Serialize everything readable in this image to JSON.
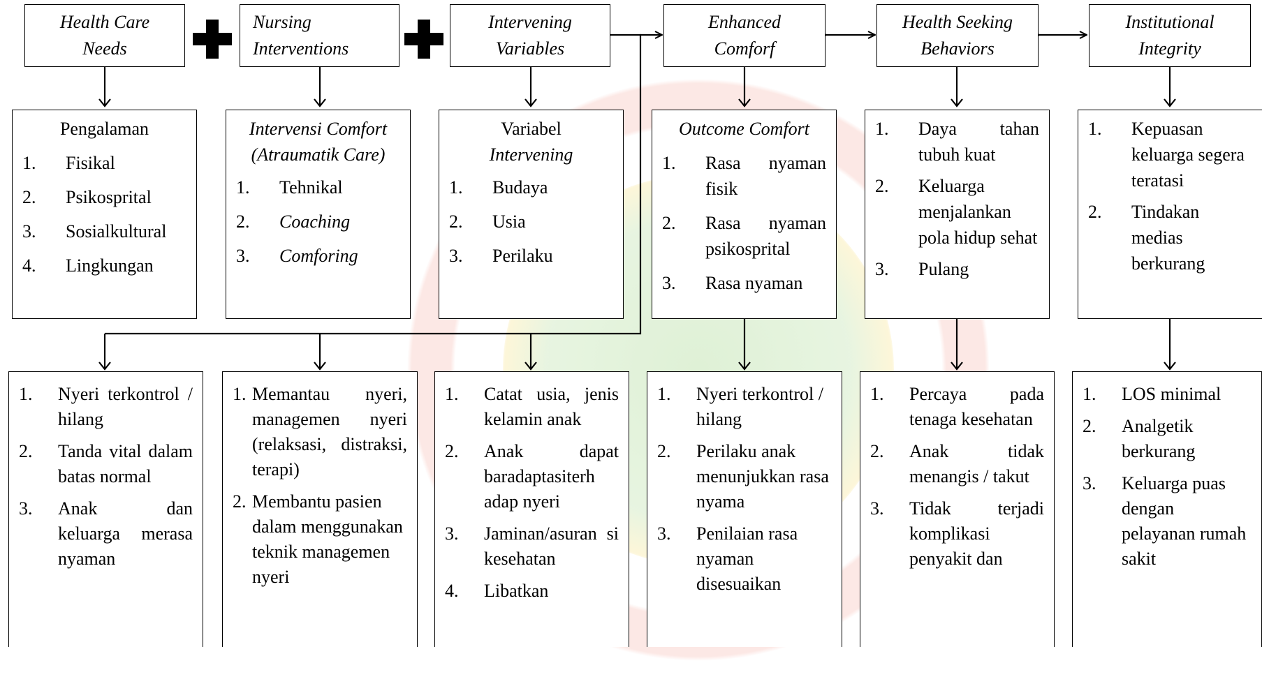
{
  "headers": [
    {
      "line1": "Health Care",
      "line2": "Needs"
    },
    {
      "line1": "Nursing",
      "line2": "Interventions"
    },
    {
      "line1": "Intervening",
      "line2": "Variables"
    },
    {
      "line1": "Enhanced",
      "line2": "Comforf"
    },
    {
      "line1": "Health Seeking",
      "line2": "Behaviors"
    },
    {
      "line1": "Institutional",
      "line2": "Integrity"
    }
  ],
  "mid": {
    "b0": {
      "title": "Pengalaman",
      "items": [
        {
          "n": "1.",
          "t": "Fisikal"
        },
        {
          "n": "2.",
          "t": "Psikosprital"
        },
        {
          "n": "3.",
          "t": "Sosialkultural"
        },
        {
          "n": "4.",
          "t": "Lingkungan"
        }
      ]
    },
    "b1": {
      "title1": "Intervensi Comfort",
      "title2": "(Atraumatik Care)",
      "items": [
        {
          "n": "1.",
          "t": "Tehnikal"
        },
        {
          "n": "2.",
          "t": "Coaching"
        },
        {
          "n": "3.",
          "t": "Comforing"
        }
      ]
    },
    "b2": {
      "title1": "Variabel",
      "title2": "Intervening",
      "items": [
        {
          "n": "1.",
          "t": "Budaya"
        },
        {
          "n": "2.",
          "t": "Usia"
        },
        {
          "n": "3.",
          "t": "Perilaku"
        }
      ]
    },
    "b3": {
      "title": "Outcome Comfort",
      "items": [
        {
          "n": "1.",
          "t": "Rasa nyaman fisik"
        },
        {
          "n": "2.",
          "t": "Rasa nyaman psikosprital"
        },
        {
          "n": "3.",
          "t": "Rasa nyaman"
        }
      ]
    },
    "b4": {
      "items": [
        {
          "n": "1.",
          "t": "Daya tahan tubuh kuat"
        },
        {
          "n": "2.",
          "t": "Keluarga menjalankan pola hidup sehat"
        },
        {
          "n": "3.",
          "t": "Pulang"
        }
      ]
    },
    "b5": {
      "items": [
        {
          "n": "1.",
          "t": "Kepuasan keluarga segera teratasi"
        },
        {
          "n": "2.",
          "t": "Tindakan medias berkurang"
        }
      ]
    }
  },
  "bottom": {
    "b0": [
      {
        "n": "1.",
        "t": "Nyeri terkontrol / hilang"
      },
      {
        "n": "2.",
        "t": "Tanda vital dalam batas normal"
      },
      {
        "n": "3.",
        "t": "Anak dan keluarga merasa nyaman"
      }
    ],
    "b1": [
      {
        "n": "1.",
        "t": "Memantau nyeri, managemen nyeri (relaksasi, distraksi, terapi)"
      },
      {
        "n": "2.",
        "t": "Membantu pasien dalam menggunakan teknik managemen nyeri"
      }
    ],
    "b2": [
      {
        "n": "1.",
        "t": "Catat usia, jenis kelamin anak"
      },
      {
        "n": "2.",
        "t": "Anak dapat baradaptasiterh adap nyeri"
      },
      {
        "n": "3.",
        "t": "Jaminan/asuran si kesehatan"
      },
      {
        "n": "4.",
        "t": "Libatkan"
      }
    ],
    "b3": [
      {
        "n": "1.",
        "t": "Nyeri terkontrol / hilang"
      },
      {
        "n": "2.",
        "t": "Perilaku anak menunjukkan rasa nyama"
      },
      {
        "n": "3.",
        "t": "Penilaian rasa nyaman disesuaikan"
      }
    ],
    "b4": [
      {
        "n": "1.",
        "t": "Percaya pada tenaga kesehatan"
      },
      {
        "n": "2.",
        "t": "Anak tidak menangis / takut"
      },
      {
        "n": "3.",
        "t": "Tidak terjadi komplikasi penyakit dan"
      }
    ],
    "b5": [
      {
        "n": "1.",
        "t": "LOS minimal"
      },
      {
        "n": "2.",
        "t": "Analgetik berkurang"
      },
      {
        "n": "3.",
        "t": "Keluarga puas dengan pelayanan rumah sakit"
      }
    ]
  }
}
